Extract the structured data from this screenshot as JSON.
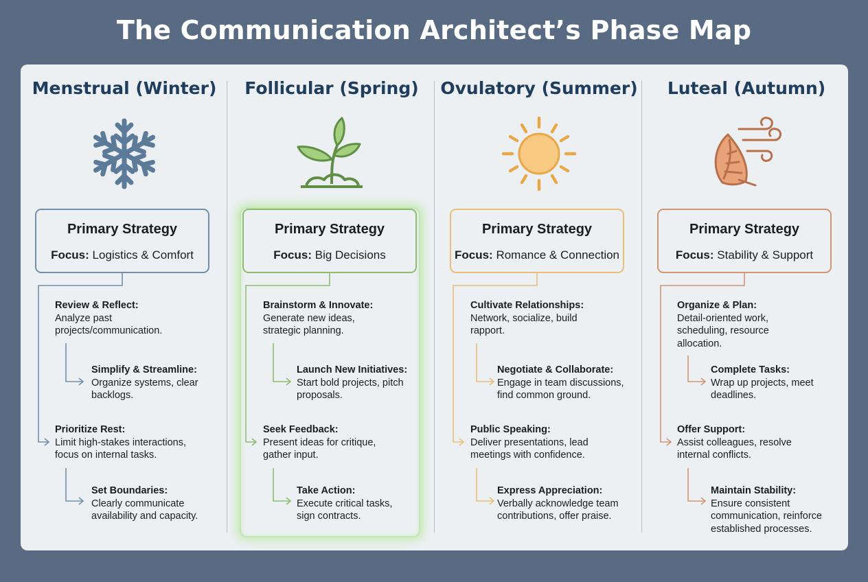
{
  "title": "The Communication Architect’s Phase Map",
  "strategy_title": "Primary Strategy",
  "focus_label": "Focus:",
  "phases": [
    {
      "name": "Menstrual (Winter)",
      "icon": "snowflake-icon",
      "color": "#5b7b99",
      "focus": "Logistics & Comfort",
      "items": [
        {
          "head": "Review & Reflect:",
          "lines": [
            "Analyze past",
            "projects/communication."
          ]
        },
        {
          "head": "Simplify & Streamline:",
          "lines": [
            "Organize systems, clear",
            "backlogs."
          ]
        },
        {
          "head": "Prioritize Rest:",
          "lines": [
            "Limit high-stakes interactions,",
            "focus on internal tasks."
          ]
        },
        {
          "head": "Set Boundaries:",
          "lines": [
            "Clearly communicate",
            "availability and capacity."
          ]
        }
      ]
    },
    {
      "name": "Follicular (Spring)",
      "icon": "sprout-icon",
      "color": "#7fb063",
      "focus": "Big Decisions",
      "items": [
        {
          "head": "Brainstorm & Innovate:",
          "lines": [
            "Generate new ideas,",
            "strategic planning."
          ]
        },
        {
          "head": "Launch New Initiatives:",
          "lines": [
            "Start bold projects, pitch",
            "proposals."
          ]
        },
        {
          "head": "Seek Feedback:",
          "lines": [
            "Present ideas for critique,",
            "gather input."
          ]
        },
        {
          "head": "Take Action:",
          "lines": [
            "Execute critical tasks,",
            "sign contracts."
          ]
        }
      ]
    },
    {
      "name": "Ovulatory (Summer)",
      "icon": "sun-icon",
      "color": "#e8b466",
      "focus": "Romance & Connection",
      "items": [
        {
          "head": "Cultivate Relationships:",
          "lines": [
            "Network, socialize, build",
            "rapport."
          ]
        },
        {
          "head": "Negotiate & Collaborate:",
          "lines": [
            "Engage in team discussions,",
            "find common ground."
          ]
        },
        {
          "head": "Public Speaking:",
          "lines": [
            "Deliver presentations, lead",
            "meetings with confidence."
          ]
        },
        {
          "head": "Express Appreciation:",
          "lines": [
            "Verbally acknowledge team",
            "contributions, offer praise."
          ]
        }
      ]
    },
    {
      "name": "Luteal (Autumn)",
      "icon": "leaf-wind-icon",
      "color": "#c98256",
      "focus": "Stability & Support",
      "items": [
        {
          "head": "Organize & Plan:",
          "lines": [
            "Detail-oriented work,",
            "scheduling, resource",
            "allocation."
          ]
        },
        {
          "head": "Complete Tasks:",
          "lines": [
            "Wrap up projects, meet",
            "deadlines."
          ]
        },
        {
          "head": "Offer Support:",
          "lines": [
            "Assist colleagues, resolve",
            "internal conflicts."
          ]
        },
        {
          "head": "Maintain Stability:",
          "lines": [
            "Ensure consistent",
            "communication, reinforce",
            "established processes."
          ]
        }
      ]
    }
  ]
}
